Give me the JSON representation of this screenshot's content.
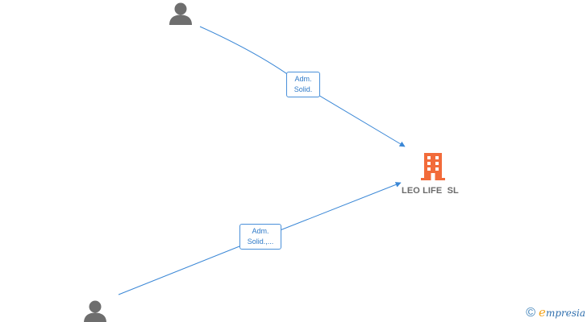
{
  "company": {
    "name": "LEO LIFE  SL",
    "icon": "building-icon",
    "color": "#f26b3a"
  },
  "persons": [
    {
      "icon": "person-icon",
      "color": "#6e6e6e"
    },
    {
      "icon": "person-icon",
      "color": "#6e6e6e"
    }
  ],
  "relations": [
    {
      "from": "person-top",
      "to": "company",
      "label_line1": "Adm.",
      "label_line2": "Solid."
    },
    {
      "from": "person-bottom",
      "to": "company",
      "label_line1": "Adm.",
      "label_line2": "Solid.,..."
    }
  ],
  "edge_color": "#3a87d6",
  "brand": {
    "copyright_symbol": "©",
    "name_first": "e",
    "name_rest": "mpresia"
  }
}
